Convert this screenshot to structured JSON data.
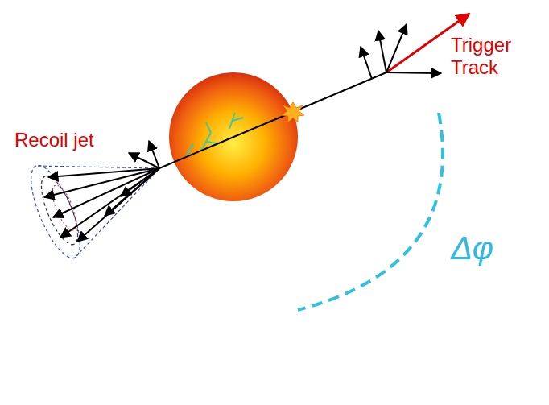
{
  "diagram": {
    "labels": [
      "Trigger Track",
      "Recoil jet",
      "Δφ"
    ]
  }
}
